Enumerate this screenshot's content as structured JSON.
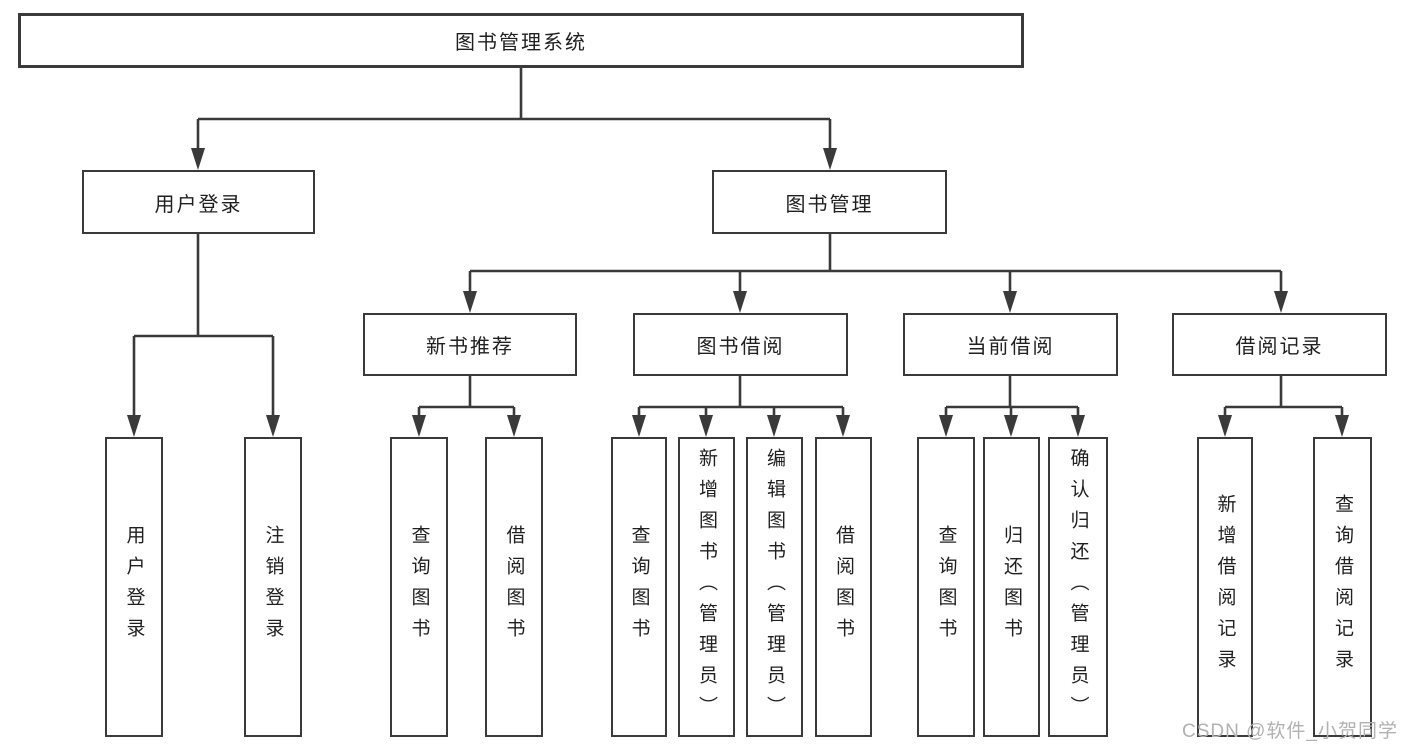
{
  "diagram": {
    "type": "org-tree",
    "root": {
      "label": "图书管理系统",
      "children": [
        {
          "label": "用户登录",
          "children": [
            {
              "label": "用户登录"
            },
            {
              "label": "注销登录"
            }
          ]
        },
        {
          "label": "图书管理",
          "children": [
            {
              "label": "新书推荐",
              "children": [
                {
                  "label": "查询图书"
                },
                {
                  "label": "借阅图书"
                }
              ]
            },
            {
              "label": "图书借阅",
              "children": [
                {
                  "label": "查询图书"
                },
                {
                  "label": "新增图书（管理员）"
                },
                {
                  "label": "编辑图书（管理员）"
                },
                {
                  "label": "借阅图书"
                }
              ]
            },
            {
              "label": "当前借阅",
              "children": [
                {
                  "label": "查询图书"
                },
                {
                  "label": "归还图书"
                },
                {
                  "label": "确认归还（管理员）"
                }
              ]
            },
            {
              "label": "借阅记录",
              "children": [
                {
                  "label": "新增借阅记录"
                },
                {
                  "label": "查询借阅记录"
                }
              ]
            }
          ]
        }
      ]
    }
  },
  "watermark": {
    "text": "CSDN @软件_小贺同学"
  },
  "colors": {
    "line": "#3a3a3a",
    "box_border": "#3a3a3a",
    "text": "#1f1f1f",
    "watermark": "#b1b1b1",
    "background": "#ffffff"
  }
}
